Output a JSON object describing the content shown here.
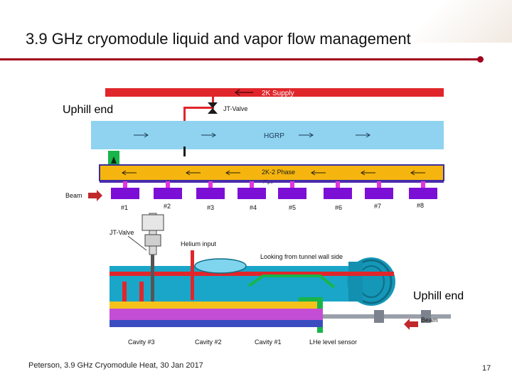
{
  "slide": {
    "title": "3.9 GHz cryomodule liquid and vapor flow management",
    "uphill_top": "Uphill end",
    "uphill_bottom": "Uphill end",
    "footer": "Peterson, 3.9 GHz Cryomodule Heat, 30 Jan 2017",
    "page_number": "17"
  },
  "schematic": {
    "supply_label": "2K Supply",
    "jt_valve_label": "JT-Valve",
    "hgrp_label": "HGRP",
    "phase_pipe_label_1": "2K-2 Phase",
    "phase_pipe_label_2": "Pipe",
    "beam_label": "Beam",
    "cavities": [
      "#1",
      "#2",
      "#3",
      "#4",
      "#5",
      "#6",
      "#7",
      "#8"
    ]
  },
  "model": {
    "jt_valve_label": "JT-Valve",
    "helium_input_label": "Helium input",
    "tunnel_wall_label": "Looking from tunnel wall side",
    "beam_label": "Beam",
    "cavity_labels": [
      "Cavity #3",
      "Cavity #2",
      "Cavity #1"
    ],
    "level_sensor_label": "LHe level sensor"
  },
  "colors": {
    "accent": "#a1001c",
    "supply_line": "#e0262b",
    "hgrp": "#8fd3f0",
    "phase_pipe": "#f5b50e",
    "cavity": "#7b0fd6"
  }
}
